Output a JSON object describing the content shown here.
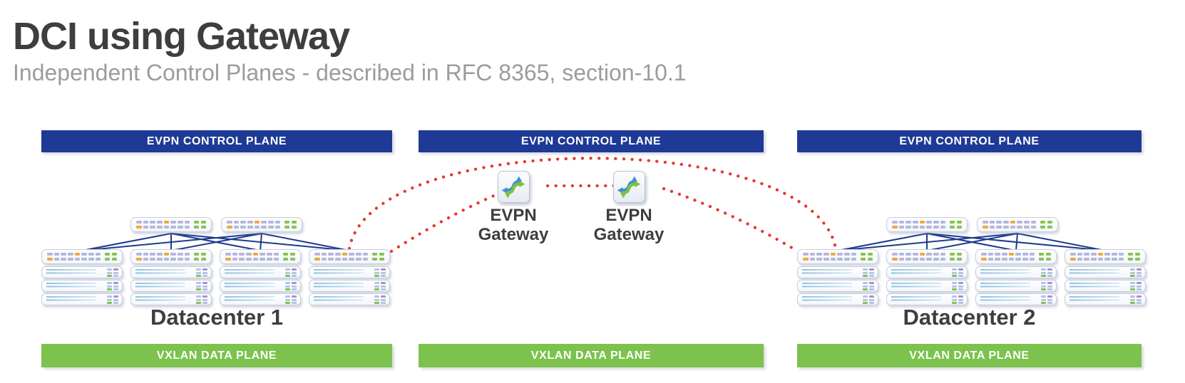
{
  "page": {
    "title": "DCI using Gateway",
    "subtitle": "Independent Control Planes - described in RFC 8365, section-10.1"
  },
  "sections": [
    {
      "id": "datacenter-1",
      "control_plane": "EVPN CONTROL PLANE",
      "data_plane": "VXLAN DATA PLANE",
      "datacenter": "Datacenter 1"
    },
    {
      "id": "interconnect",
      "control_plane": "EVPN CONTROL PLANE",
      "data_plane": "VXLAN DATA PLANE",
      "gateways": [
        {
          "line1": "EVPN",
          "line2": "Gateway"
        },
        {
          "line1": "EVPN",
          "line2": "Gateway"
        }
      ]
    },
    {
      "id": "datacenter-2",
      "control_plane": "EVPN CONTROL PLANE",
      "data_plane": "VXLAN DATA PLANE",
      "datacenter": "Datacenter 2"
    }
  ],
  "topology": {
    "spines_per_datacenter": 2,
    "leaves_per_datacenter": 4,
    "servers_per_leaf": 3
  },
  "icons": {
    "gateway": "crossed-routing-arrows-icon",
    "switch": "switch-front-panel-icon",
    "server": "server-front-panel-icon"
  },
  "colors": {
    "control_plane_blue": "#1e3a96",
    "data_plane_green": "#7cc24c",
    "fabric_link_navy": "#1c3a8e",
    "evpn_peering_red": "#e6382c",
    "title_gray": "#3e3e3e",
    "subtitle_gray": "#9c9c9c"
  }
}
